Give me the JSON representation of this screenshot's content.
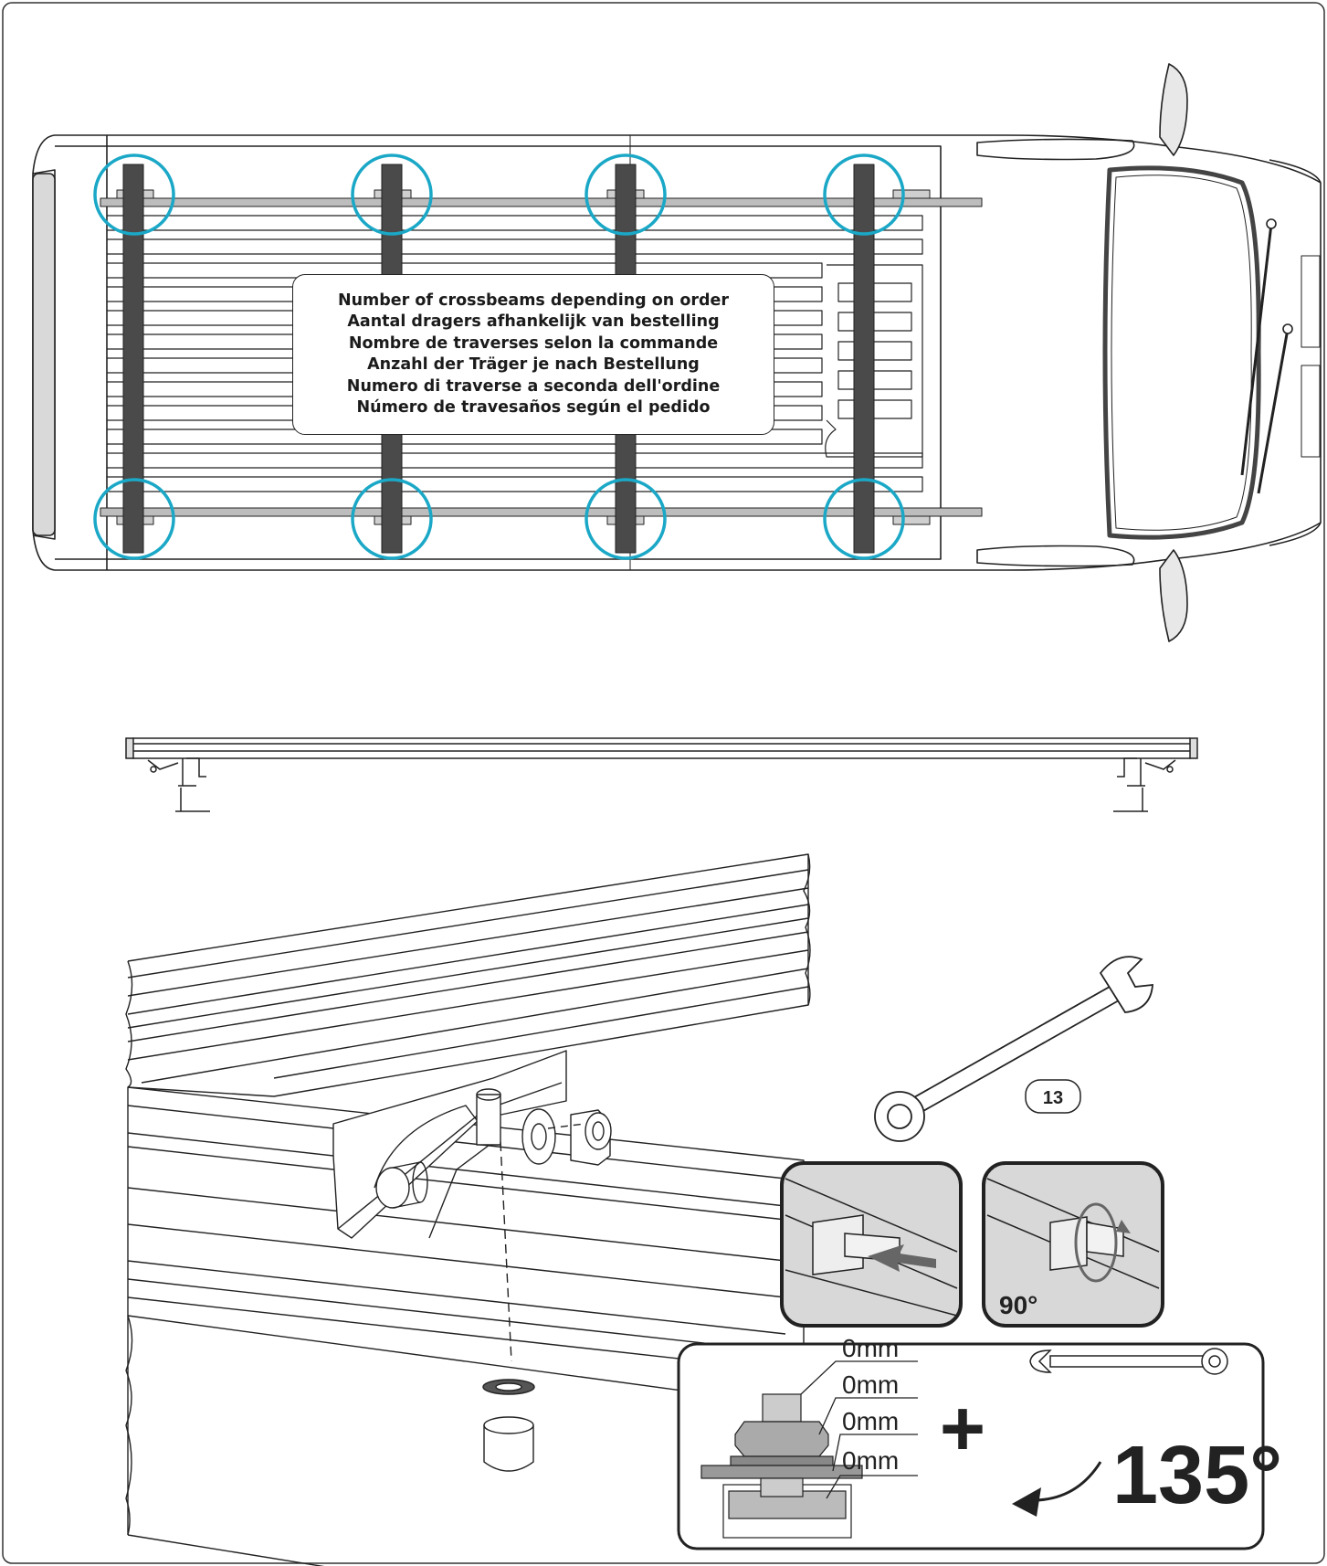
{
  "crossbeam_note": {
    "lines": [
      "Number of crossbeams depending on order",
      "Aantal dragers afhankelijk van bestelling",
      "Nombre de traverses selon la commande",
      "Anzahl der Träger je nach Bestellung",
      "Numero di traverse a seconda dell'ordine",
      "Número de travesaños según el pedido"
    ]
  },
  "wrench_size": "13",
  "rotation_90": "90°",
  "spacer_values": [
    "0mm",
    "0mm",
    "0mm",
    "0mm"
  ],
  "plus_sign": "+",
  "tighten_angle": "135°",
  "colors": {
    "highlight_circle": "#1ba8c7",
    "crossbeam": "#4a4a4a",
    "line": "#222222",
    "arrow": "#666666"
  },
  "icons": [
    "wrench-icon",
    "rotation-arrow-icon",
    "push-arrow-icon",
    "bolt-nut-icon"
  ]
}
